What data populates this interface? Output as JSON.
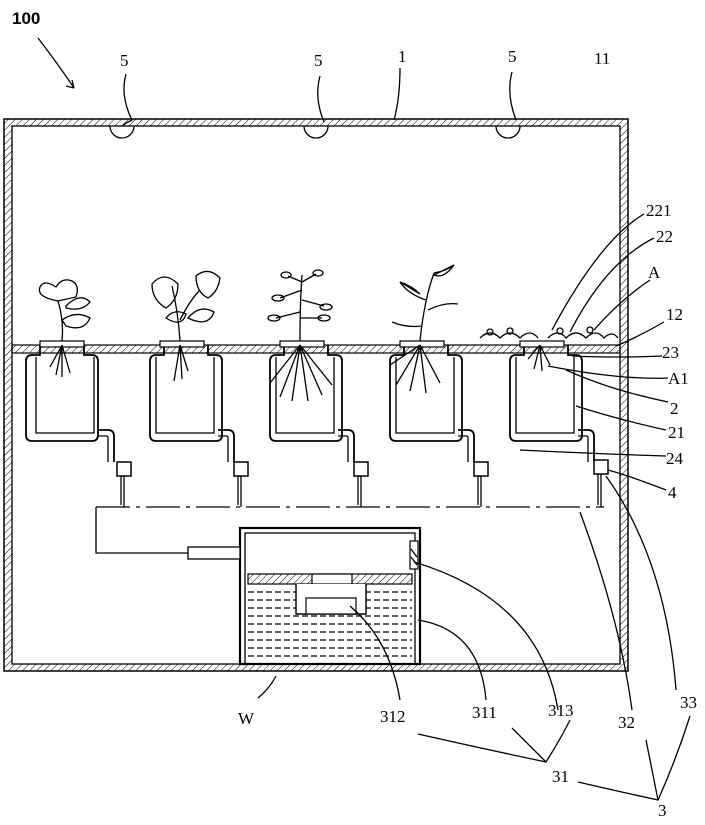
{
  "figure": {
    "ref_main": "100",
    "labels": {
      "lamp_left": "5",
      "lamp_mid": "5",
      "lamp_right": "5",
      "housing": "1",
      "chamber": "11",
      "l221": "221",
      "l22": "22",
      "lA": "A",
      "l12": "12",
      "l23": "23",
      "lA1": "A1",
      "l2": "2",
      "l21": "21",
      "l24": "24",
      "l4": "4",
      "lW": "W",
      "l312": "312",
      "l311": "311",
      "l313": "313",
      "l32": "32",
      "l33": "33",
      "l31": "31",
      "l3": "3"
    }
  }
}
